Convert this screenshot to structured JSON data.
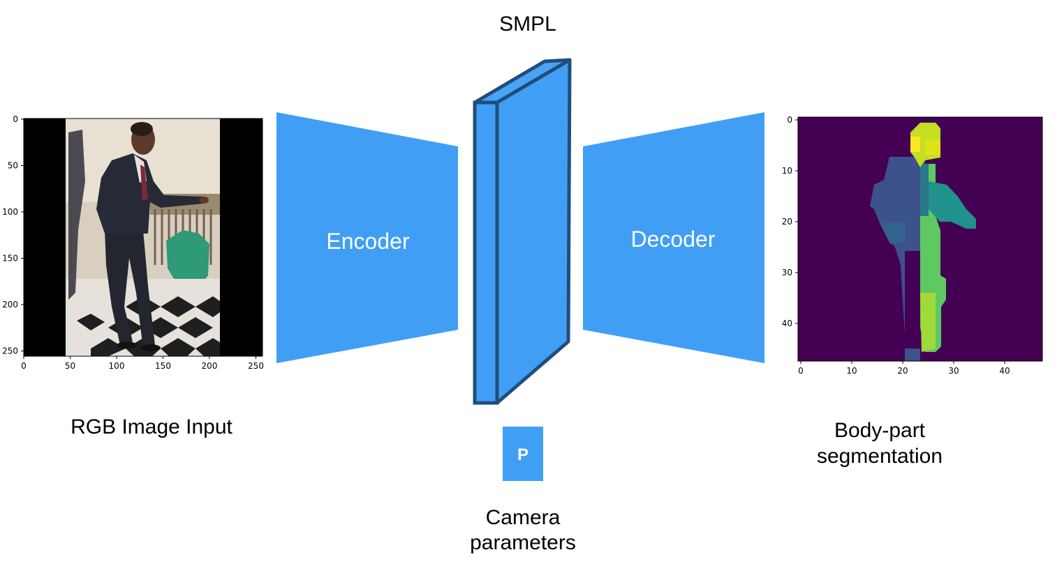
{
  "title": "SMPL",
  "input": {
    "label": "RGB Image Input",
    "x_ticks": [
      "0",
      "50",
      "100",
      "150",
      "200",
      "250"
    ],
    "y_ticks": [
      "0",
      "50",
      "100",
      "150",
      "200",
      "250"
    ]
  },
  "encoder": {
    "label": "Encoder"
  },
  "decoder": {
    "label": "Decoder"
  },
  "camera": {
    "box_label": "P",
    "label_line1": "Camera",
    "label_line2": "parameters"
  },
  "output": {
    "label_line1": "Body-part",
    "label_line2": "segmentation",
    "x_ticks": [
      "0",
      "10",
      "20",
      "30",
      "40"
    ],
    "y_ticks": [
      "0",
      "10",
      "20",
      "30",
      "40"
    ]
  },
  "colors": {
    "block_blue": "#419ef5",
    "block_edge": "#1f4e7c",
    "seg_background": "#440154",
    "seg_head": "#fde725",
    "seg_torso_left": "#3b528b",
    "seg_torso_right": "#5ec962",
    "seg_arm": "#21918c"
  }
}
